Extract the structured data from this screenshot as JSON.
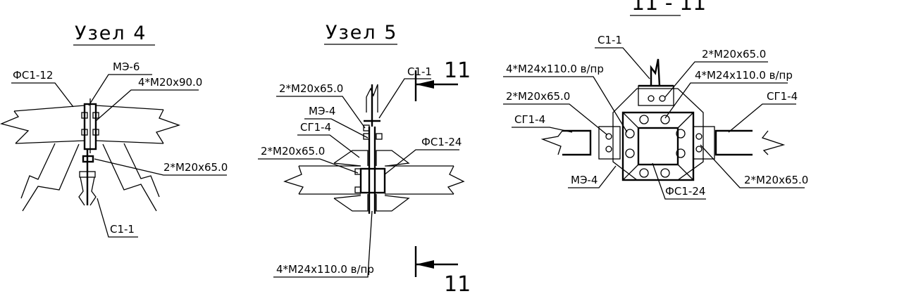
{
  "node4": {
    "title": "Узел  4",
    "labels": {
      "fs1_12": "ФС1-12",
      "me6": "МЭ-6",
      "bolt_m20x90": "4*М20х90.0",
      "bolt_m20x65": "2*М20х65.0",
      "s1_1": "С1-1"
    }
  },
  "node5": {
    "title": "Узел  5",
    "labels": {
      "s1_1": "С1-1",
      "bolt_m20x65_a": "2*М20х65.0",
      "me4": "МЭ-4",
      "sg1_4": "СГ1-4",
      "bolt_m20x65_b": "2*М20х65.0",
      "fs1_24": "ФС1-24",
      "bolt_m24": "4*М24х110.0 в/пр"
    },
    "section_mark_top": "11",
    "section_mark_bottom": "11"
  },
  "section": {
    "title": "11 - 11",
    "labels": {
      "s1_1": "С1-1",
      "bolt_m24_a": "4*М24х110.0 в/пр",
      "bolt_m20x65_a": "2*М20х65.0",
      "bolt_m24_b": "4*М24х110.0 в/пр",
      "bolt_m20x65_b": "2*М20х65.0",
      "sg1_4_left": "СГ1-4",
      "sg1_4_right": "СГ1-4",
      "me4": "МЭ-4",
      "fs1_24": "ФС1-24",
      "bolt_m20x65_c": "2*М20х65.0"
    }
  }
}
